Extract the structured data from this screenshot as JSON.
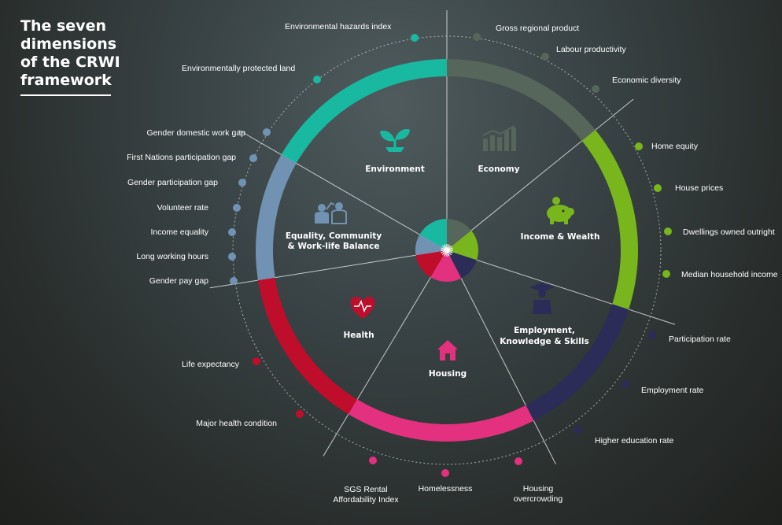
{
  "title": "The seven\ndimensions\nof the CRWI\nframework",
  "colors": {
    "environment": "#19b8a1",
    "economy": "#56665a",
    "income": "#79b51c",
    "employment": "#2b2c58",
    "housing": "#e3307f",
    "health": "#bf0d2c",
    "equality": "#7192b3"
  },
  "dimensions": [
    {
      "id": "environment",
      "name": "Environment",
      "icon": "seedling-icon"
    },
    {
      "id": "economy",
      "name": "Economy",
      "icon": "bar-chart-icon"
    },
    {
      "id": "income",
      "name": "Income & Wealth",
      "icon": "piggy-bank-icon"
    },
    {
      "id": "employment",
      "name_lines": [
        "Employment,",
        "Knowledge & Skills"
      ],
      "icon": "graduation-icon"
    },
    {
      "id": "housing",
      "name": "Housing",
      "icon": "house-icon"
    },
    {
      "id": "health",
      "name": "Health",
      "icon": "heart-pulse-icon"
    },
    {
      "id": "equality",
      "name_lines": [
        "Equality, Community",
        "& Work-life Balance"
      ],
      "icon": "people-icon"
    }
  ],
  "indicators": {
    "environment": [
      "Environmental hazards index",
      "Environmentally protected land"
    ],
    "economy": [
      "Gross regional product",
      "Labour productivity",
      "Economic diversity"
    ],
    "income": [
      "Home equity",
      "House prices",
      "Dwellings owned outright",
      "Median household income"
    ],
    "employment": [
      "Participation rate",
      "Employment rate",
      "Higher education rate"
    ],
    "housing": [
      "SGS Rental",
      "Affordability Index",
      "Homelessness",
      "Housing",
      "overcrowding"
    ],
    "health": [
      "Life expectancy",
      "Major health condition"
    ],
    "equality": [
      "Gender domestic work gap",
      "First Nations participation gap",
      "Gender participation gap",
      "Volunteer rate",
      "Income equality",
      "Long working hours",
      "Gender pay gap"
    ]
  }
}
